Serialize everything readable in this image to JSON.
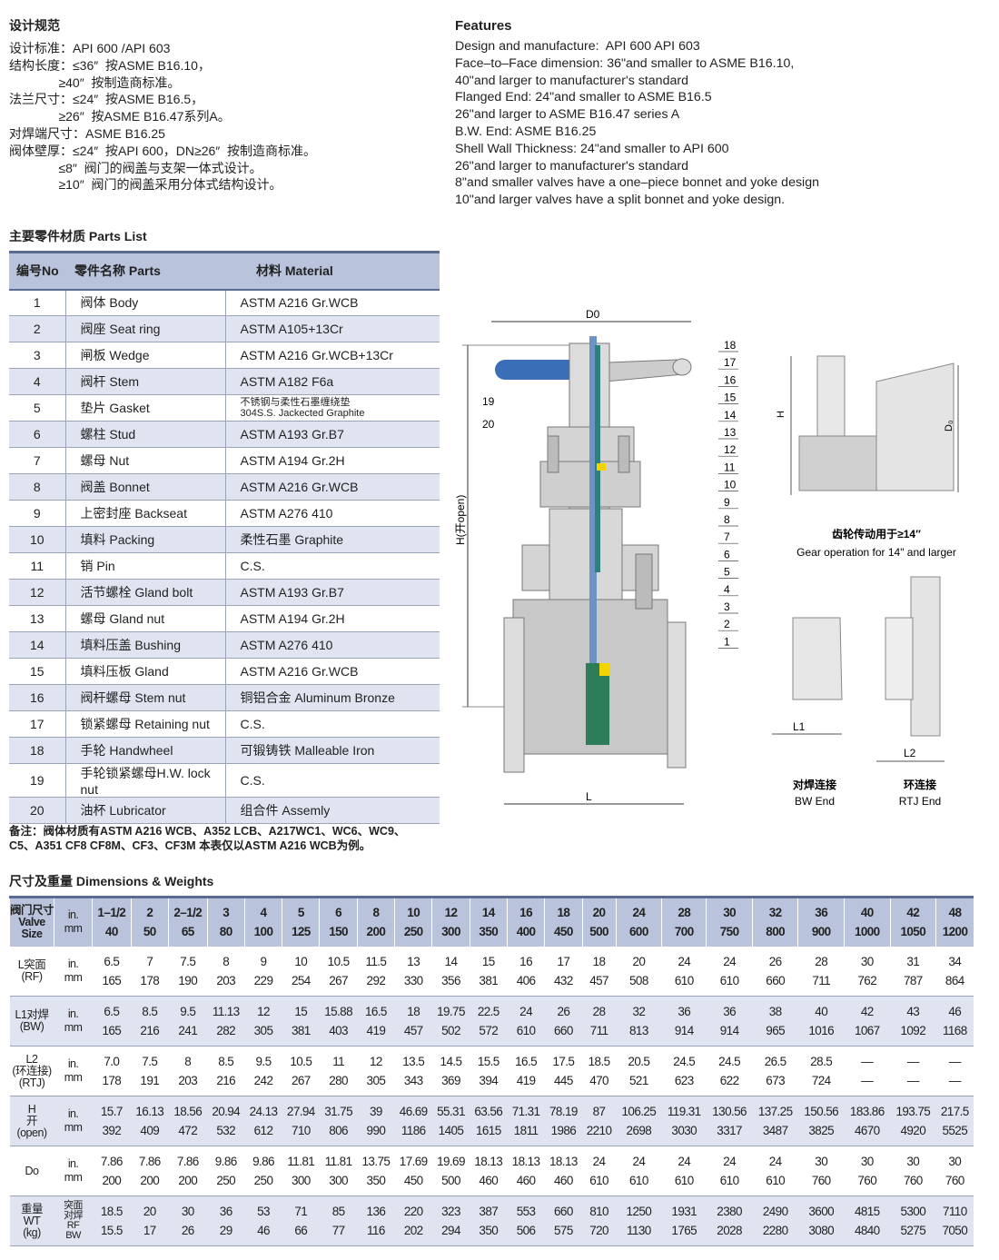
{
  "spec_cn": {
    "title": "设计规范",
    "lines": [
      "设计标准：API 600 /API 603",
      "结构长度：≤36″  按ASME B16.10，",
      "              ≥40″  按制造商标准。",
      "法兰尺寸：≤24″  按ASME B16.5，",
      "              ≥26″  按ASME B16.47系列A。",
      "对焊端尺寸：ASME B16.25",
      "阀体壁厚：≤24″  按API 600，DN≥26″  按制造商标准。",
      "              ≤8″  阀门的阀盖与支架一体式设计。",
      "              ≥10″  阀门的阀盖采用分体式结构设计。"
    ]
  },
  "features": {
    "title": "Features",
    "lines": [
      "Design and manufacture:  API 600 API 603",
      "Face–to–Face dimension: 36\"and smaller to ASME B16.10,",
      "40\"and larger to manufacturer's standard",
      "Flanged End: 24\"and smaller to ASME B16.5",
      "26\"and larger to ASME B16.47 series A",
      "B.W. End: ASME B16.25",
      "Shell Wall Thickness: 24\"and smaller to API 600",
      "26\"and larger to manufacturer's standard",
      "8\"and smaller valves have a one–piece bonnet and yoke design",
      "10\"and larger valves have a split bonnet and yoke design."
    ]
  },
  "parts": {
    "title": "主要零件材质 Parts List",
    "headers": [
      "编号No",
      "零件名称 Parts",
      "材料 Material"
    ],
    "rows": [
      [
        "1",
        "阀体 Body",
        "ASTM A216 Gr.WCB"
      ],
      [
        "2",
        "阀座 Seat ring",
        "ASTM A105+13Cr"
      ],
      [
        "3",
        "闸板 Wedge",
        "ASTM A216 Gr.WCB+13Cr"
      ],
      [
        "4",
        "阀杆 Stem",
        "ASTM A182 F6a"
      ],
      [
        "5",
        "垫片 Gasket",
        "不锈钢与柔性石墨缠绕垫\n304S.S. Jackected Graphite"
      ],
      [
        "6",
        "螺柱 Stud",
        "ASTM A193 Gr.B7"
      ],
      [
        "7",
        "螺母 Nut",
        "ASTM A194 Gr.2H"
      ],
      [
        "8",
        "阀盖 Bonnet",
        "ASTM A216 Gr.WCB"
      ],
      [
        "9",
        "上密封座 Backseat",
        "ASTM A276 410"
      ],
      [
        "10",
        "填料 Packing",
        "柔性石墨  Graphite"
      ],
      [
        "11",
        "销 Pin",
        "C.S."
      ],
      [
        "12",
        "活节螺栓 Gland bolt",
        "ASTM A193 Gr.B7"
      ],
      [
        "13",
        "螺母 Gland nut",
        "ASTM A194 Gr.2H"
      ],
      [
        "14",
        "填料压盖 Bushing",
        "ASTM A276 410"
      ],
      [
        "15",
        "填料压板 Gland",
        "ASTM A216 Gr.WCB"
      ],
      [
        "16",
        "阀杆螺母 Stem nut",
        "铜铝合金 Aluminum Bronze"
      ],
      [
        "17",
        "锁紧螺母 Retaining nut",
        "C.S."
      ],
      [
        "18",
        "手轮 Handwheel",
        "可锻铸铁    Malleable Iron"
      ],
      [
        "19",
        "手轮锁紧螺母H.W. lock nut",
        "C.S."
      ],
      [
        "20",
        "油杯 Lubricator",
        "组合件  Assemly"
      ]
    ],
    "note": "备注：阀体材质有ASTM A216 WCB、A352 LCB、A217WC1、WC6、WC9、\nC5、A351 CF8 CF8M、CF3、CF3M 本表仅以ASTM A216 WCB为例。"
  },
  "drawing": {
    "label_d0": "D0",
    "label_h": "H(开open)",
    "label_l": "L",
    "callouts": [
      "18",
      "17",
      "16",
      "15",
      "14",
      "13",
      "12",
      "11",
      "10",
      "9",
      "8",
      "7",
      "6",
      "5",
      "4",
      "3",
      "2",
      "1"
    ],
    "callouts_left": [
      "19",
      "20"
    ],
    "gear_h": "H",
    "gear_do": "D₀",
    "gear_caption_cn": "齿轮传动用于≥14″",
    "gear_caption_en": "Gear operation for 14\" and larger",
    "l1": "L1",
    "l2": "L2",
    "bw_cn": "对焊连接",
    "bw_en": "BW End",
    "rtj_cn": "环连接",
    "rtj_en": "RTJ End"
  },
  "dims": {
    "title": "尺寸及重量 Dimensions & Weights",
    "size_label": "阀门尺寸\nValve\nSize",
    "size_unit": "in.\nmm",
    "sizes_in": [
      "1–1/2",
      "2",
      "2–1/2",
      "3",
      "4",
      "5",
      "6",
      "8",
      "10",
      "12",
      "14",
      "16",
      "18",
      "20",
      "24",
      "28",
      "30",
      "32",
      "36",
      "40",
      "42",
      "48"
    ],
    "sizes_mm": [
      "40",
      "50",
      "65",
      "80",
      "100",
      "125",
      "150",
      "200",
      "250",
      "300",
      "350",
      "400",
      "450",
      "500",
      "600",
      "700",
      "750",
      "800",
      "900",
      "1000",
      "1050",
      "1200"
    ],
    "rows": [
      {
        "label": "L突面\n(RF)",
        "unit": "in.\nmm",
        "in": [
          "6.5",
          "7",
          "7.5",
          "8",
          "9",
          "10",
          "10.5",
          "11.5",
          "13",
          "14",
          "15",
          "16",
          "17",
          "18",
          "20",
          "24",
          "24",
          "26",
          "28",
          "30",
          "31",
          "34"
        ],
        "mm": [
          "165",
          "178",
          "190",
          "203",
          "229",
          "254",
          "267",
          "292",
          "330",
          "356",
          "381",
          "406",
          "432",
          "457",
          "508",
          "610",
          "610",
          "660",
          "711",
          "762",
          "787",
          "864"
        ]
      },
      {
        "label": "L1对焊\n(BW)",
        "unit": "in.\nmm",
        "in": [
          "6.5",
          "8.5",
          "9.5",
          "11.13",
          "12",
          "15",
          "15.88",
          "16.5",
          "18",
          "19.75",
          "22.5",
          "24",
          "26",
          "28",
          "32",
          "36",
          "36",
          "38",
          "40",
          "42",
          "43",
          "46"
        ],
        "mm": [
          "165",
          "216",
          "241",
          "282",
          "305",
          "381",
          "403",
          "419",
          "457",
          "502",
          "572",
          "610",
          "660",
          "711",
          "813",
          "914",
          "914",
          "965",
          "1016",
          "1067",
          "1092",
          "1168"
        ]
      },
      {
        "label": "L2\n(环连接)\n(RTJ)",
        "unit": "in.\nmm",
        "in": [
          "7.0",
          "7.5",
          "8",
          "8.5",
          "9.5",
          "10.5",
          "11",
          "12",
          "13.5",
          "14.5",
          "15.5",
          "16.5",
          "17.5",
          "18.5",
          "20.5",
          "24.5",
          "24.5",
          "26.5",
          "28.5",
          "—",
          "—",
          "—"
        ],
        "mm": [
          "178",
          "191",
          "203",
          "216",
          "242",
          "267",
          "280",
          "305",
          "343",
          "369",
          "394",
          "419",
          "445",
          "470",
          "521",
          "623",
          "622",
          "673",
          "724",
          "—",
          "—",
          "—"
        ]
      },
      {
        "label": "H\n开\n(open)",
        "unit": "in.\nmm",
        "in": [
          "15.7",
          "16.13",
          "18.56",
          "20.94",
          "24.13",
          "27.94",
          "31.75",
          "39",
          "46.69",
          "55.31",
          "63.56",
          "71.31",
          "78.19",
          "87",
          "106.25",
          "119.31",
          "130.56",
          "137.25",
          "150.56",
          "183.86",
          "193.75",
          "217.5"
        ],
        "mm": [
          "392",
          "409",
          "472",
          "532",
          "612",
          "710",
          "806",
          "990",
          "1186",
          "1405",
          "1615",
          "1811",
          "1986",
          "2210",
          "2698",
          "3030",
          "3317",
          "3487",
          "3825",
          "4670",
          "4920",
          "5525"
        ]
      },
      {
        "label": "Do",
        "unit": "in.\nmm",
        "in": [
          "7.86",
          "7.86",
          "7.86",
          "9.86",
          "9.86",
          "11.81",
          "11.81",
          "13.75",
          "17.69",
          "19.69",
          "18.13",
          "18.13",
          "18.13",
          "24",
          "24",
          "24",
          "24",
          "24",
          "30",
          "30",
          "30",
          "30"
        ],
        "mm": [
          "200",
          "200",
          "200",
          "250",
          "250",
          "300",
          "300",
          "350",
          "450",
          "500",
          "460",
          "460",
          "460",
          "610",
          "610",
          "610",
          "610",
          "610",
          "760",
          "760",
          "760",
          "760"
        ]
      },
      {
        "label": "重量\nWT\n(kg)",
        "unit": "突面\n对焊\nRF\nBW",
        "in": [
          "18.5",
          "20",
          "30",
          "36",
          "53",
          "71",
          "85",
          "136",
          "220",
          "323",
          "387",
          "553",
          "660",
          "810",
          "1250",
          "1931",
          "2380",
          "2490",
          "3600",
          "4815",
          "5300",
          "7110"
        ],
        "mm": [
          "15.5",
          "17",
          "26",
          "29",
          "46",
          "66",
          "77",
          "116",
          "202",
          "294",
          "350",
          "506",
          "575",
          "720",
          "1130",
          "1765",
          "2028",
          "2280",
          "3080",
          "4840",
          "5275",
          "7050"
        ]
      }
    ]
  }
}
